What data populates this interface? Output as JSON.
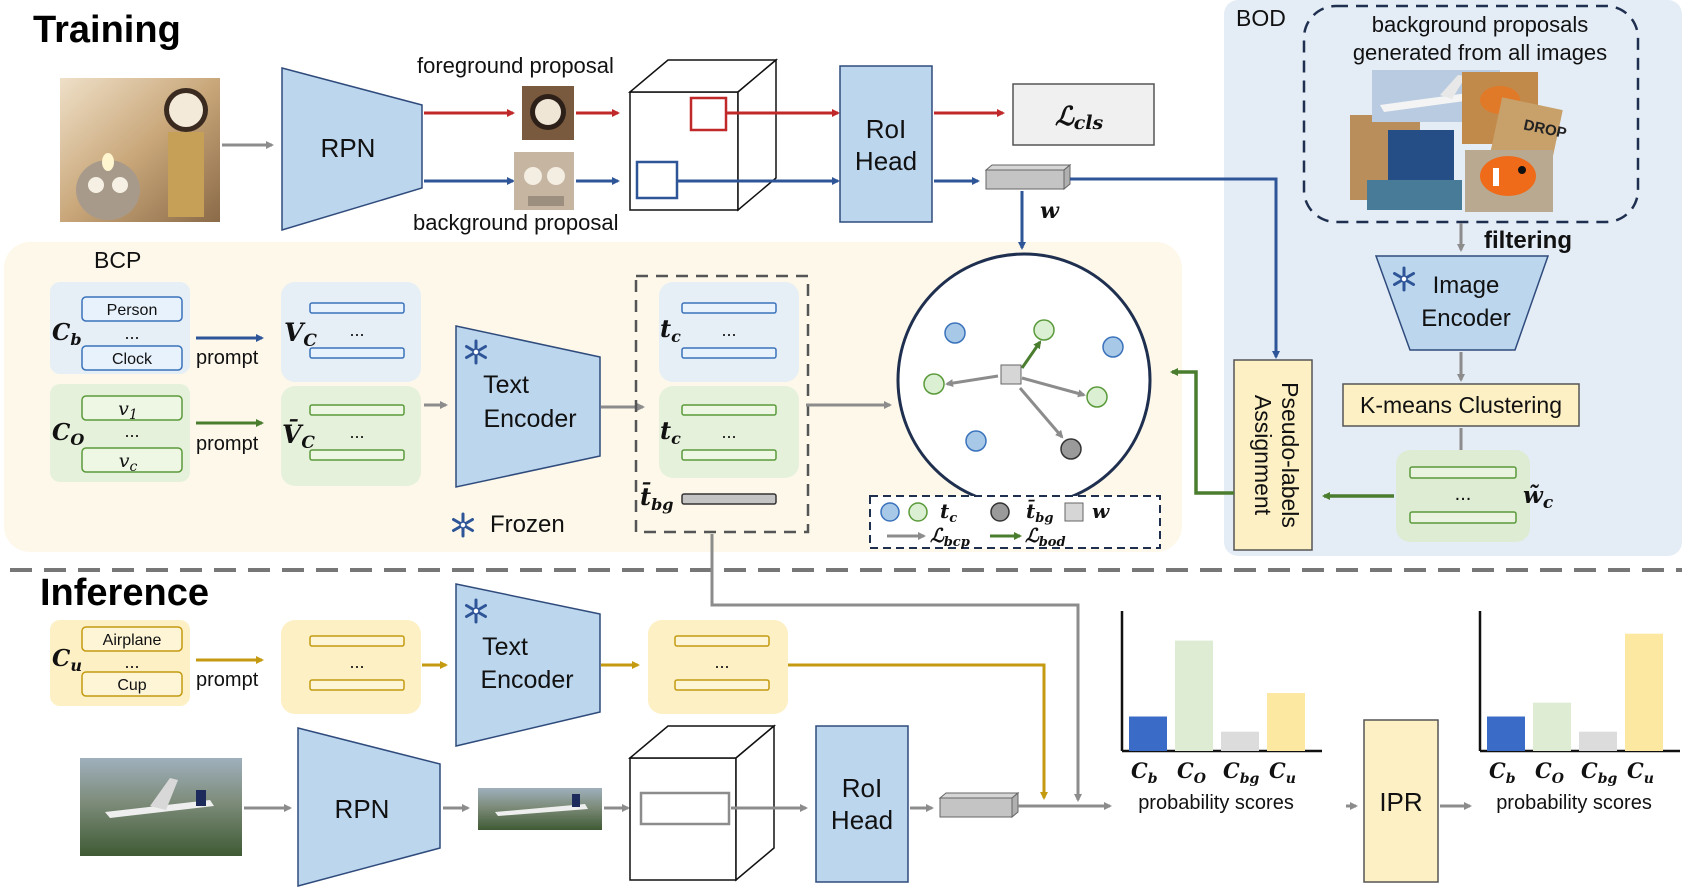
{
  "training": {
    "title": "Training",
    "foreground_proposal": "foreground proposal",
    "background_proposal": "background proposal",
    "rpn": "RPN",
    "roi_line1": "RoI",
    "roi_line2": "Head",
    "loss_cls": "ℒ",
    "loss_cls_sub": "cls",
    "w": "w"
  },
  "bod": {
    "label": "BOD",
    "caption_line1": "background proposals",
    "caption_line2": "generated from all images",
    "filtering": "filtering",
    "encoder_line1": "Image",
    "encoder_line2": "Encoder",
    "kmeans": "K-means Clustering",
    "pseudo_line1": "Pseudo-labels",
    "pseudo_line2": "Assignment",
    "wc": "w̃",
    "wc_sub": "c",
    "dots": "..."
  },
  "bcp": {
    "label": "BCP",
    "cb": "C",
    "cb_sub": "b",
    "person": "Person",
    "clock": "Clock",
    "co": "C",
    "co_sub": "O",
    "v1": "v",
    "v1_sub": "1",
    "vc": "v",
    "vc_sub": "c",
    "prompt": "prompt",
    "Vc": "V",
    "Vc_sub": "C",
    "Vbar": "V̄",
    "Vbar_sub": "C",
    "text_line1": "Text",
    "text_line2": "Encoder",
    "frozen": "Frozen",
    "tc": "t",
    "tc_sub": "c",
    "tbg": "t̄",
    "tbg_sub": "bg",
    "dots": "..."
  },
  "legend": {
    "tc": "t",
    "tc_sub": "c",
    "tbg": "t̄",
    "tbg_sub": "bg",
    "w": "w",
    "l_bcp": "ℒ",
    "l_bcp_sub": "bcp",
    "l_bod": "ℒ",
    "l_bod_sub": "bod"
  },
  "inference": {
    "title": "Inference",
    "cu": "C",
    "cu_sub": "u",
    "airplane": "Airplane",
    "cup": "Cup",
    "prompt": "prompt",
    "text_line1": "Text",
    "text_line2": "Encoder",
    "rpn": "RPN",
    "roi_line1": "RoI",
    "roi_line2": "Head",
    "ipr": "IPR",
    "prob_label": "probability scores",
    "dots": "...",
    "bar_labels": [
      {
        "main": "C",
        "sub": "b"
      },
      {
        "main": "C",
        "sub": "O"
      },
      {
        "main": "C",
        "sub": "bg"
      },
      {
        "main": "C",
        "sub": "u"
      }
    ]
  },
  "chart_data": [
    {
      "type": "bar",
      "categories": [
        "Cb",
        "CO",
        "Cbg",
        "Cu"
      ],
      "values": [
        0.25,
        0.8,
        0.14,
        0.42
      ],
      "colors": [
        "#3a6bc7",
        "#deecd4",
        "#dcdcdc",
        "#fce8a0"
      ],
      "xlabel": "probability scores",
      "ylim": [
        0,
        1
      ]
    },
    {
      "type": "bar",
      "categories": [
        "Cb",
        "CO",
        "Cbg",
        "Cu"
      ],
      "values": [
        0.25,
        0.35,
        0.14,
        0.85
      ],
      "colors": [
        "#3a6bc7",
        "#deecd4",
        "#dcdcdc",
        "#fce8a0"
      ],
      "xlabel": "probability scores",
      "ylim": [
        0,
        1
      ]
    }
  ],
  "colors": {
    "red": "#c0282a",
    "blue": "#2e5597",
    "green": "#4a7d2e",
    "gold": "#c49a10",
    "gray": "#8c8c8c",
    "module_fill": "#bcd6ee",
    "bcp_bg": "#fdf8ea",
    "bod_bg": "#e4edf6"
  }
}
